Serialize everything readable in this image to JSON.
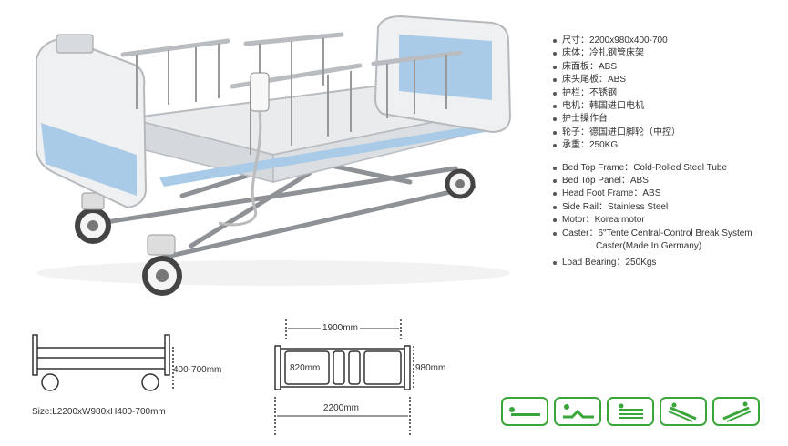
{
  "specs_cn": [
    {
      "label": "尺寸：",
      "value": "2200x980x400-700"
    },
    {
      "label": "床体：",
      "value": "冷扎钢管床架"
    },
    {
      "label": "床面板：",
      "value": "ABS"
    },
    {
      "label": "床头尾板：",
      "value": "ABS"
    },
    {
      "label": "护栏：",
      "value": "不锈钢"
    },
    {
      "label": "电机：",
      "value": "韩国进口电机"
    },
    {
      "label": "",
      "value": "护士操作台"
    },
    {
      "label": "轮子：",
      "value": "德国进口脚轮（中控）"
    },
    {
      "label": "承重：",
      "value": "250KG"
    }
  ],
  "specs_en": [
    {
      "label": "Bed Top Frame：",
      "value": "Cold-Rolled Steel Tube"
    },
    {
      "label": "Bed Top Panel：",
      "value": "ABS"
    },
    {
      "label": "Head Foot Frame：",
      "value": "ABS"
    },
    {
      "label": "Side Rail：",
      "value": "Stainless Steel"
    },
    {
      "label": "Motor：",
      "value": "Korea motor"
    },
    {
      "label": "Caster：",
      "value": "6\"Tente Central-Control Break System",
      "value2": "Caster(Made In Germany)"
    },
    {
      "label": "Load Bearing：",
      "value": "250Kgs"
    }
  ],
  "side_view": {
    "height_label": "400-700mm",
    "size_label": "Size:L2200xW980xH400-700mm"
  },
  "top_view": {
    "top_width": "1900mm",
    "inner_width": "820mm",
    "total_width": "980mm",
    "total_length": "2200mm"
  },
  "colors": {
    "accent_green": "#3aa63a",
    "panel_blue": "#a9cbe8",
    "frame_gray": "#c9ccd0"
  },
  "position_icons": [
    "flat-position-icon",
    "back-raise-position-icon",
    "hi-lo-position-icon",
    "trendelenburg-icon",
    "reverse-trendelenburg-icon"
  ]
}
